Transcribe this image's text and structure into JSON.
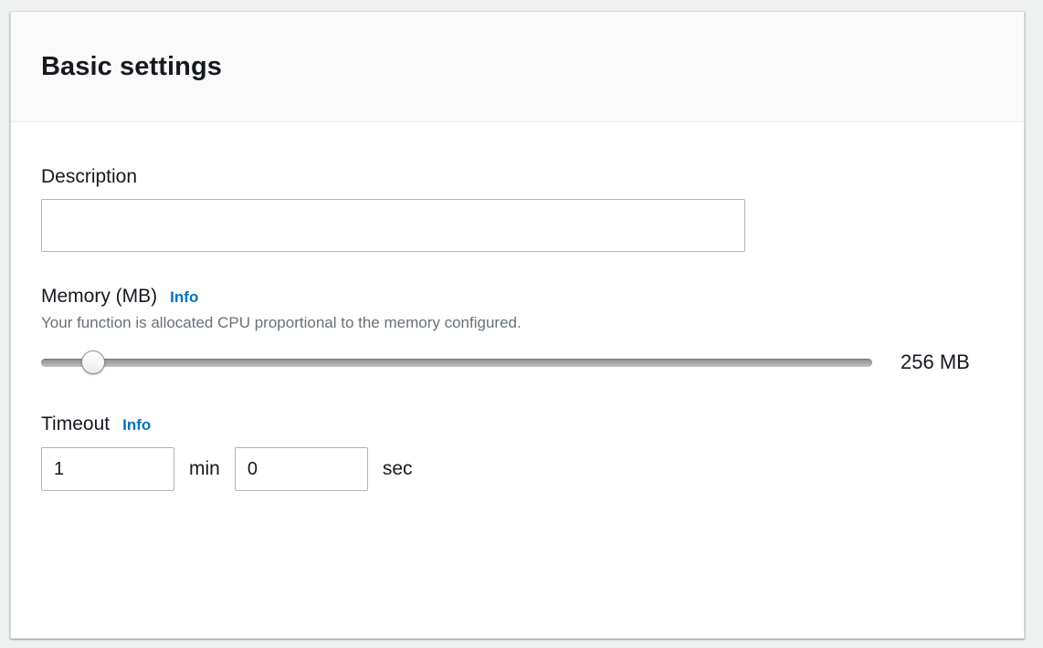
{
  "panel": {
    "title": "Basic settings"
  },
  "description": {
    "label": "Description",
    "value": "",
    "placeholder": ""
  },
  "memory": {
    "label": "Memory (MB)",
    "info_label": "Info",
    "hint": "Your function is allocated CPU proportional to the memory configured.",
    "value_label": "256 MB",
    "slider": {
      "value": 256,
      "min": 128,
      "max": 3008,
      "thumb_percent": 5
    }
  },
  "timeout": {
    "label": "Timeout",
    "info_label": "Info",
    "minutes_value": "1",
    "minutes_unit": "min",
    "seconds_value": "0",
    "seconds_unit": "sec"
  },
  "colors": {
    "accent_link": "#0073bb",
    "text_primary": "#16191f",
    "text_secondary": "#687078",
    "input_border": "#aab7b8",
    "panel_header_bg": "#fafafa",
    "page_bg": "#eff0f0"
  }
}
